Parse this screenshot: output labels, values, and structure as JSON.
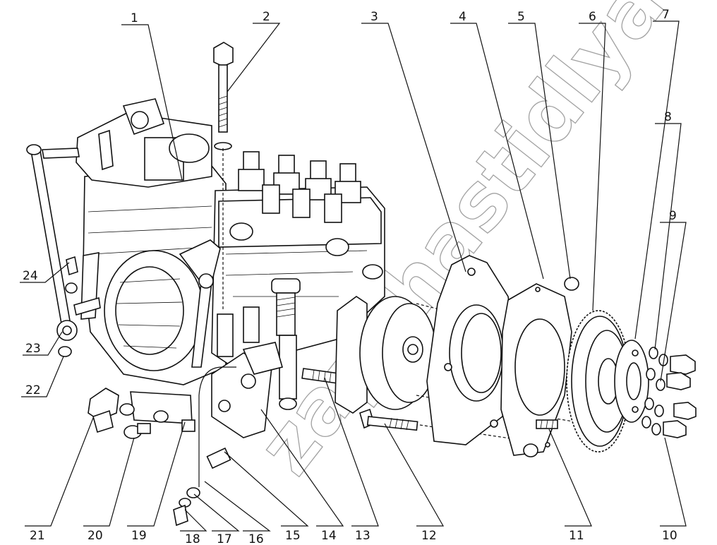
{
  "diagram": {
    "labels": [
      "1",
      "2",
      "3",
      "4",
      "5",
      "6",
      "7",
      "8",
      "9",
      "10",
      "11",
      "12",
      "13",
      "14",
      "15",
      "16",
      "17",
      "18",
      "19",
      "20",
      "21",
      "22",
      "23",
      "24"
    ],
    "watermark": "zapchastidlyatraktora.ru"
  }
}
